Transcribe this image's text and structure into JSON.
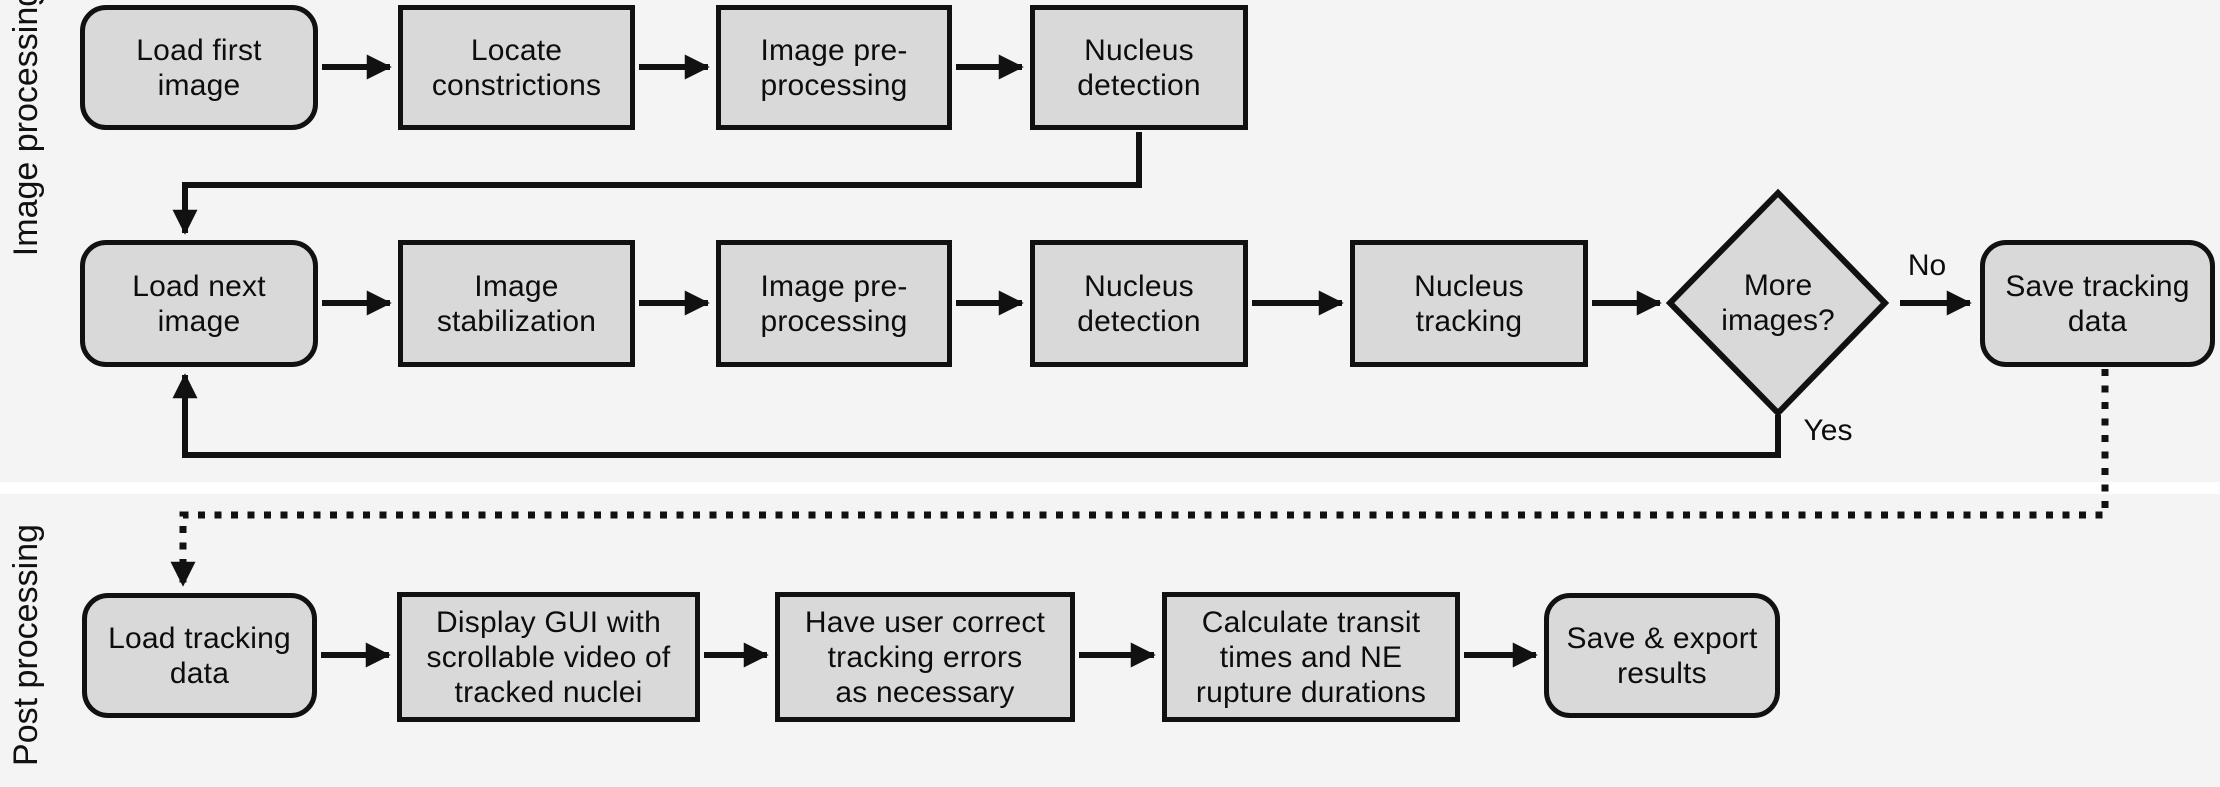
{
  "sections": {
    "image_processing": {
      "label": "Image processing"
    },
    "post_processing": {
      "label": "Post processing"
    }
  },
  "nodes": {
    "load_first_image": {
      "label": "Load first\nimage",
      "shape": "rounded"
    },
    "locate_constrictions": {
      "label": "Locate\nconstrictions",
      "shape": "rect"
    },
    "image_preprocessing_1": {
      "label": "Image pre-\nprocessing",
      "shape": "rect"
    },
    "nucleus_detection_1": {
      "label": "Nucleus\ndetection",
      "shape": "rect"
    },
    "load_next_image": {
      "label": "Load next\nimage",
      "shape": "rounded"
    },
    "image_stabilization": {
      "label": "Image\nstabilization",
      "shape": "rect"
    },
    "image_preprocessing_2": {
      "label": "Image pre-\nprocessing",
      "shape": "rect"
    },
    "nucleus_detection_2": {
      "label": "Nucleus\ndetection",
      "shape": "rect"
    },
    "nucleus_tracking": {
      "label": "Nucleus\ntracking",
      "shape": "rect"
    },
    "more_images": {
      "label": "More\nimages?",
      "shape": "diamond"
    },
    "save_tracking_data": {
      "label": "Save tracking\ndata",
      "shape": "rounded"
    },
    "load_tracking_data": {
      "label": "Load tracking\ndata",
      "shape": "rounded"
    },
    "display_gui": {
      "label": "Display GUI with\nscrollable video of\ntracked nuclei",
      "shape": "rect"
    },
    "correct_errors": {
      "label": "Have user correct\ntracking errors\nas necessary",
      "shape": "rect"
    },
    "calculate_transit": {
      "label": "Calculate transit\ntimes and NE\nrupture durations",
      "shape": "rect"
    },
    "save_export": {
      "label": "Save & export\nresults",
      "shape": "rounded"
    }
  },
  "edge_labels": {
    "no": "No",
    "yes": "Yes"
  },
  "colors": {
    "background": "#f4f4f4",
    "divider": "#ffffff",
    "node_fill": "#d9d9d9",
    "node_border": "#111111",
    "connector": "#111111",
    "text": "#0d0d0d"
  }
}
